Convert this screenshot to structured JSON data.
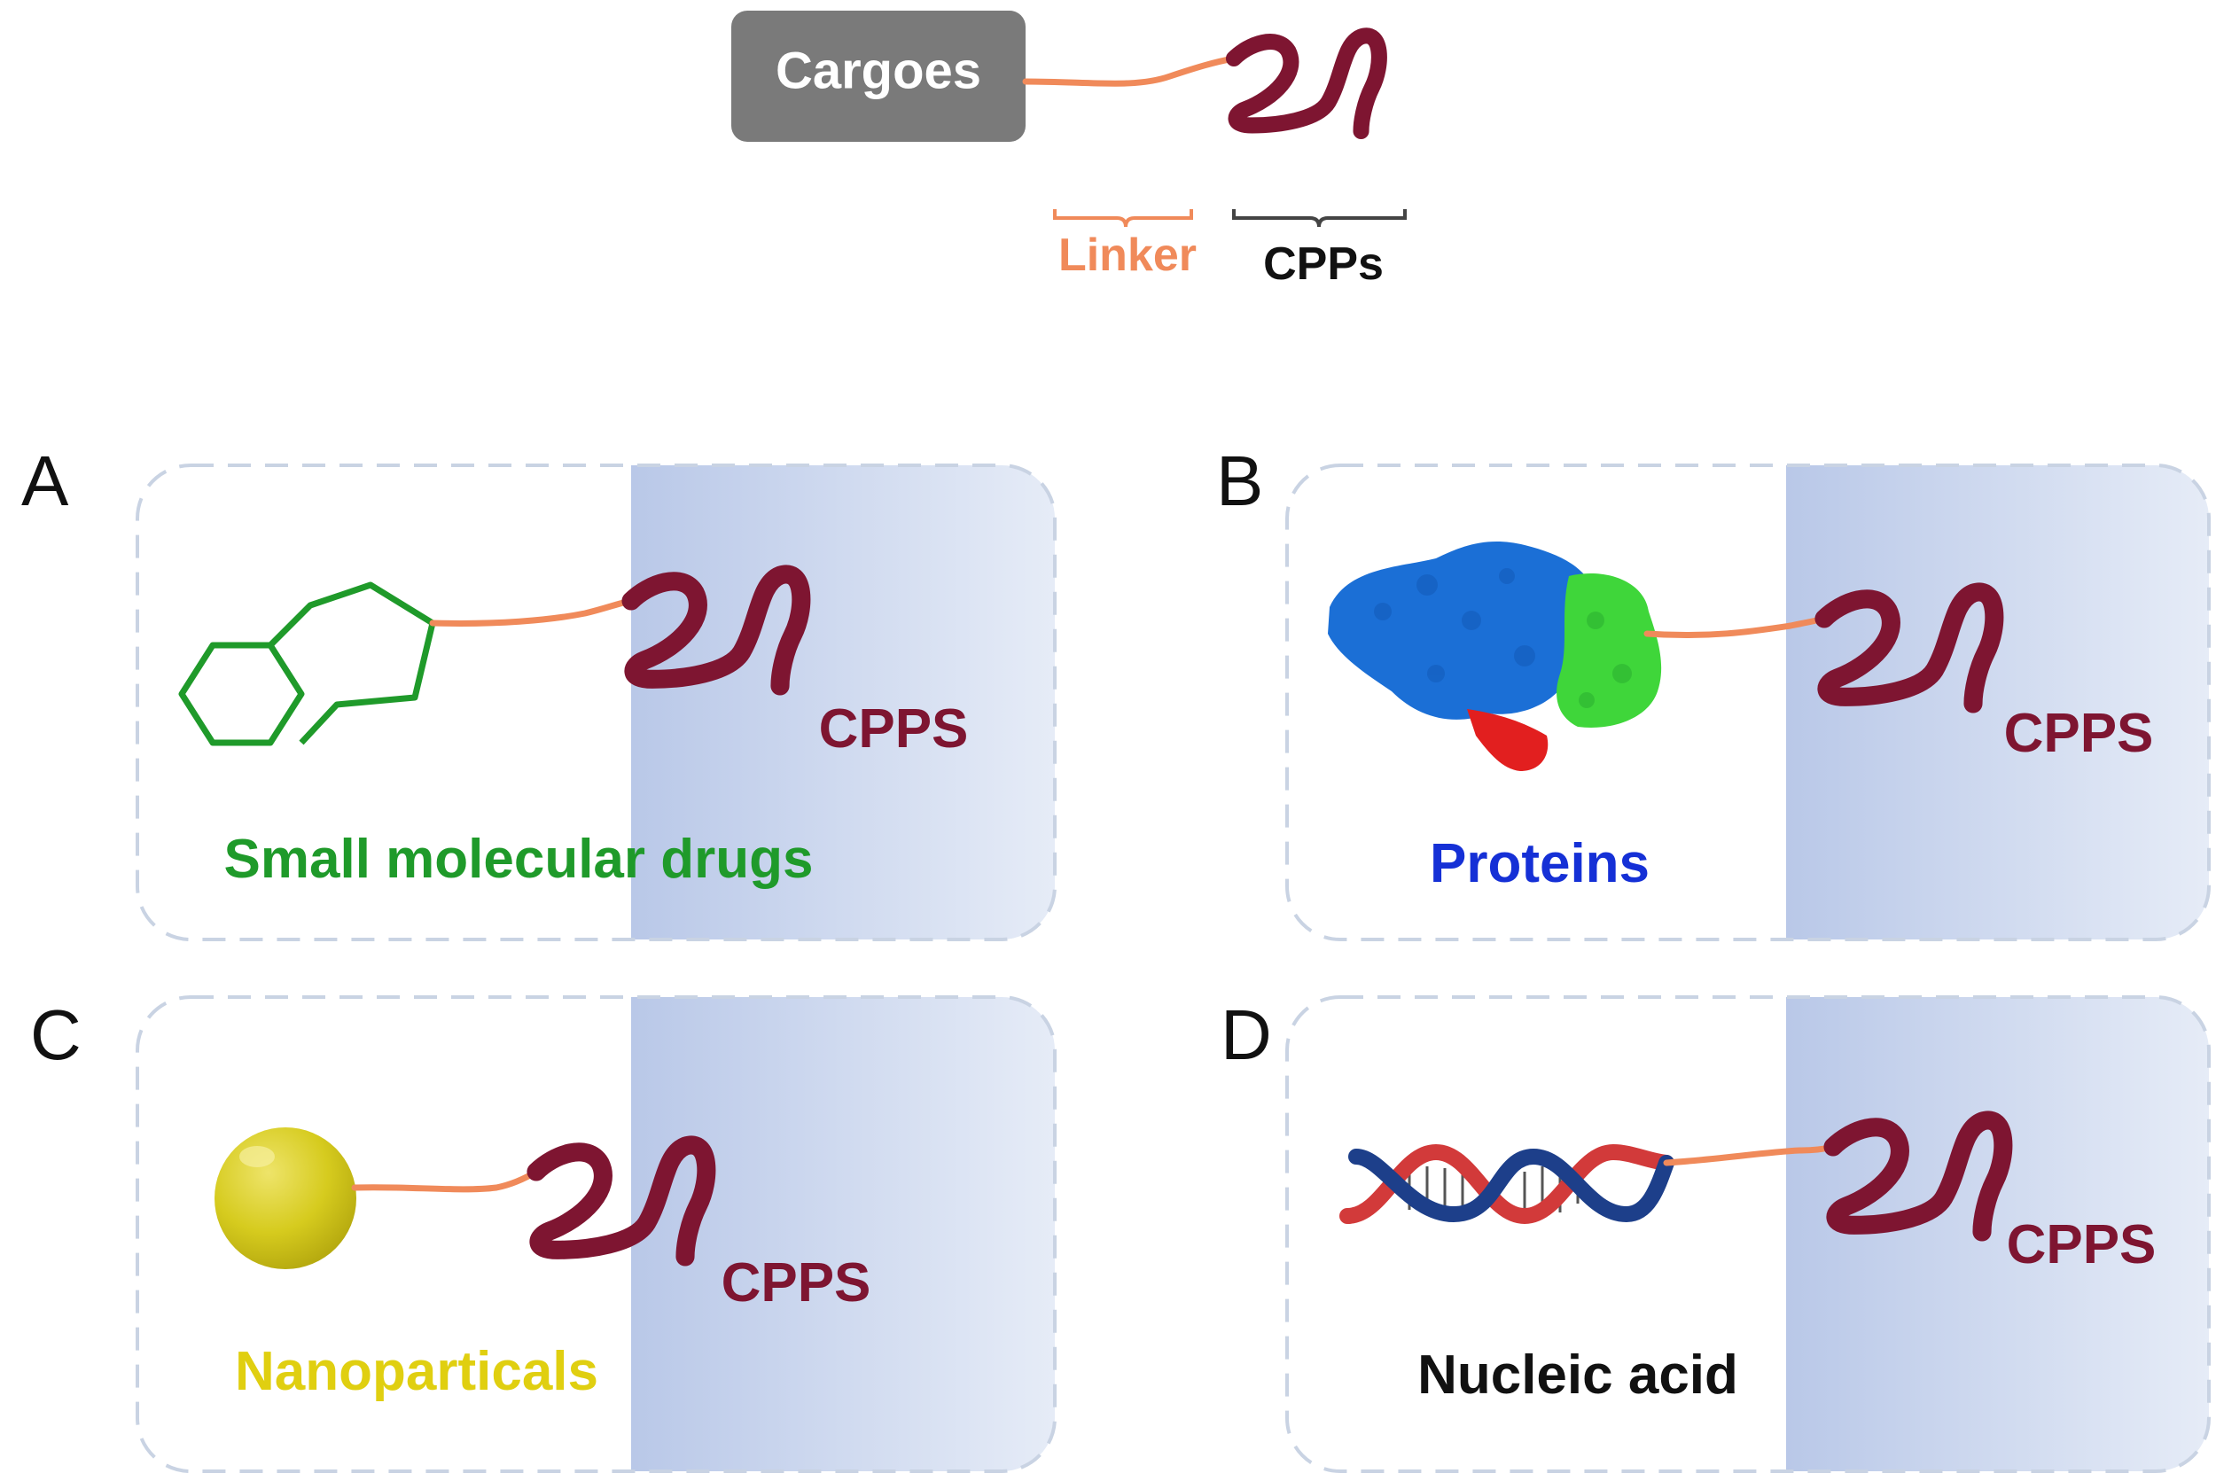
{
  "header": {
    "cargo_label": "Cargoes",
    "linker_label": "Linker",
    "cpps_label": "CPPs"
  },
  "panels": [
    {
      "letter": "A",
      "cargo_label": "Small molecular drugs",
      "cpp_label": "CPPS",
      "cargo_color": "#1f9a2a"
    },
    {
      "letter": "B",
      "cargo_label": "Proteins",
      "cpp_label": "CPPS",
      "cargo_color": "#1530d6"
    },
    {
      "letter": "C",
      "cargo_label": "Nanoparticals",
      "cpp_label": "CPPS",
      "cargo_color": "#e0cf10"
    },
    {
      "letter": "D",
      "cargo_label": "Nucleic acid",
      "cpp_label": "CPPS",
      "cargo_color": "#111111"
    }
  ],
  "colors": {
    "cpp": "#7e1531",
    "linker": "#f08a5a",
    "cargo_box": "#7a7a7a",
    "panel_shade": "#c4d0ea",
    "dashed_border": "#c9d3e3"
  }
}
